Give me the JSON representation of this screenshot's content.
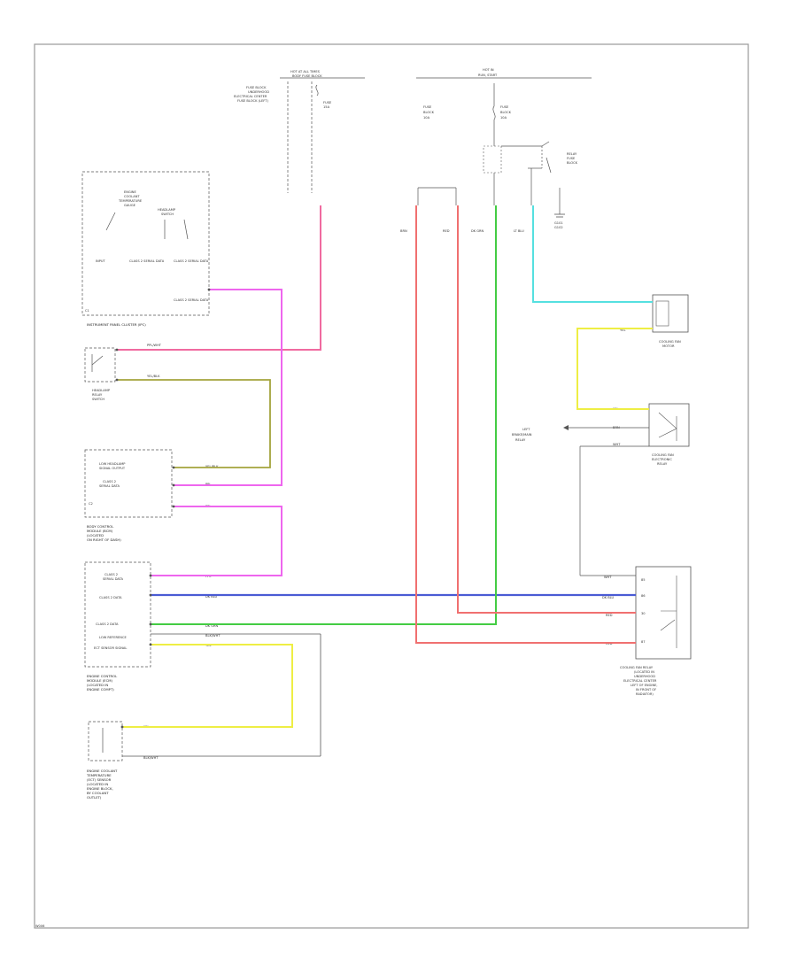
{
  "diagram": {
    "footer_code": "W006",
    "header": {
      "left_fuse": "HOT AT ALL TIMES",
      "left_fuse_sub": "BODY FUSE BLOCK",
      "left_block_label": [
        "FUSE BLOCK",
        "UNDERHOOD",
        "ELECTRICAL CENTER",
        "FUSE BLOCK (LEFT)"
      ],
      "left_fuse_id": [
        "FUSE",
        "15A"
      ],
      "right_fuse": "HOT IN",
      "right_fuse_sub": "RUN, START",
      "right_fuse_left_id": [
        "FUSE",
        "BLOCK",
        "10A"
      ],
      "right_fuse_right_id": [
        "FUSE",
        "BLOCK",
        "10A"
      ],
      "relay_label": [
        "RELAY",
        "FUSE",
        "BLOCK"
      ],
      "ground_label": [
        "G101",
        "G102"
      ],
      "wire_tags": [
        "BRN",
        "RED",
        "DK GRN",
        "LT BLU"
      ]
    },
    "components": {
      "ipc": {
        "inner_title": [
          "ENGINE",
          "COOLANT",
          "TEMPERATURE",
          "GAUGE"
        ],
        "inner_right": [
          "HEADLAMP",
          "SWITCH"
        ],
        "pins": [
          "INPUT",
          "CLASS 2 SERIAL DATA",
          "CLASS 2 SERIAL DATA"
        ],
        "pin_note": "CLASS 2 SERIAL DATA",
        "block_id": "C1",
        "caption": "INSTRUMENT PANEL CLUSTER (IPC)"
      },
      "headlamp": {
        "caption": [
          "HEADLAMP",
          "RELAY",
          "SWITCH"
        ],
        "wire1": "PPL/WHT",
        "wire2": "YEL/BLK"
      },
      "bcm": {
        "rows": [
          "LOW HEADLAMP",
          "SIGNAL OUTPUT",
          "CLASS 2",
          "SERIAL DATA"
        ],
        "block_id": "C2",
        "caption": [
          "BODY CONTROL",
          "MODULE (BCM)",
          "(LOCATED",
          "ON RIGHT OF DASH)"
        ],
        "wire_tags": [
          "YEL/BLK",
          "PPL",
          "PPL"
        ]
      },
      "ecm": {
        "rows": [
          "CLASS 2",
          "SERIAL DATA",
          "CLASS 2 DATA",
          "CLASS 2 DATA",
          "LOW REFERENCE",
          "ECT SENSOR SIGNAL"
        ],
        "caption": [
          "ENGINE CONTROL",
          "MODULE (ECM)",
          "(LOCATED IN",
          "ENGINE COMPT)"
        ],
        "wire_tags": [
          "PPL",
          "DK BLU",
          "DK GRN",
          "BLK/WHT",
          "YEL"
        ]
      },
      "ect_sensor": {
        "caption": [
          "ENGINE COOLANT",
          "TEMPERATURE",
          "(ECT) SENSOR",
          "(LOCATED IN",
          "ENGINE BLOCK,",
          "BY COOLANT",
          "OUTLET)"
        ],
        "wire_tags": [
          "YEL",
          "BLK/WHT"
        ]
      },
      "cooling_fan_1": {
        "caption": [
          "COOLING FAN",
          "MOTOR"
        ],
        "wire_tag": "YEL"
      },
      "cooling_fan_relay": {
        "caption": [
          "COOLING FAN",
          "ELECTRONIC",
          "RELAY"
        ],
        "note": [
          "LEFT",
          "BRAKE/MAIN",
          "RELAY"
        ],
        "wire_tags": [
          "YEL",
          "BRN",
          "WHT"
        ]
      },
      "main_relay": {
        "caption": [
          "COOLING FAN RELAY",
          "(LOCATED IN",
          "UNDERHOOD",
          "ELECTRICAL CENTER",
          "LEFT OF ENGINE,",
          "IN FRONT OF",
          "RADIATOR)"
        ],
        "wire_tags": [
          "WHT",
          "DK BLU",
          "RED",
          "RED"
        ],
        "pin_labels": [
          "85",
          "86",
          "30",
          "87"
        ]
      }
    }
  },
  "colors": {
    "frame": "#999999",
    "wire_gray": "#555555",
    "wire_pink": "#f06aa0",
    "wire_magenta": "#ee66ee",
    "wire_olive": "#a4a43c",
    "wire_red": "#f07070",
    "wire_green": "#44cc44",
    "wire_blue": "#4a5bd4",
    "wire_cyan": "#55e0e0",
    "wire_yellow": "#eeee44"
  }
}
